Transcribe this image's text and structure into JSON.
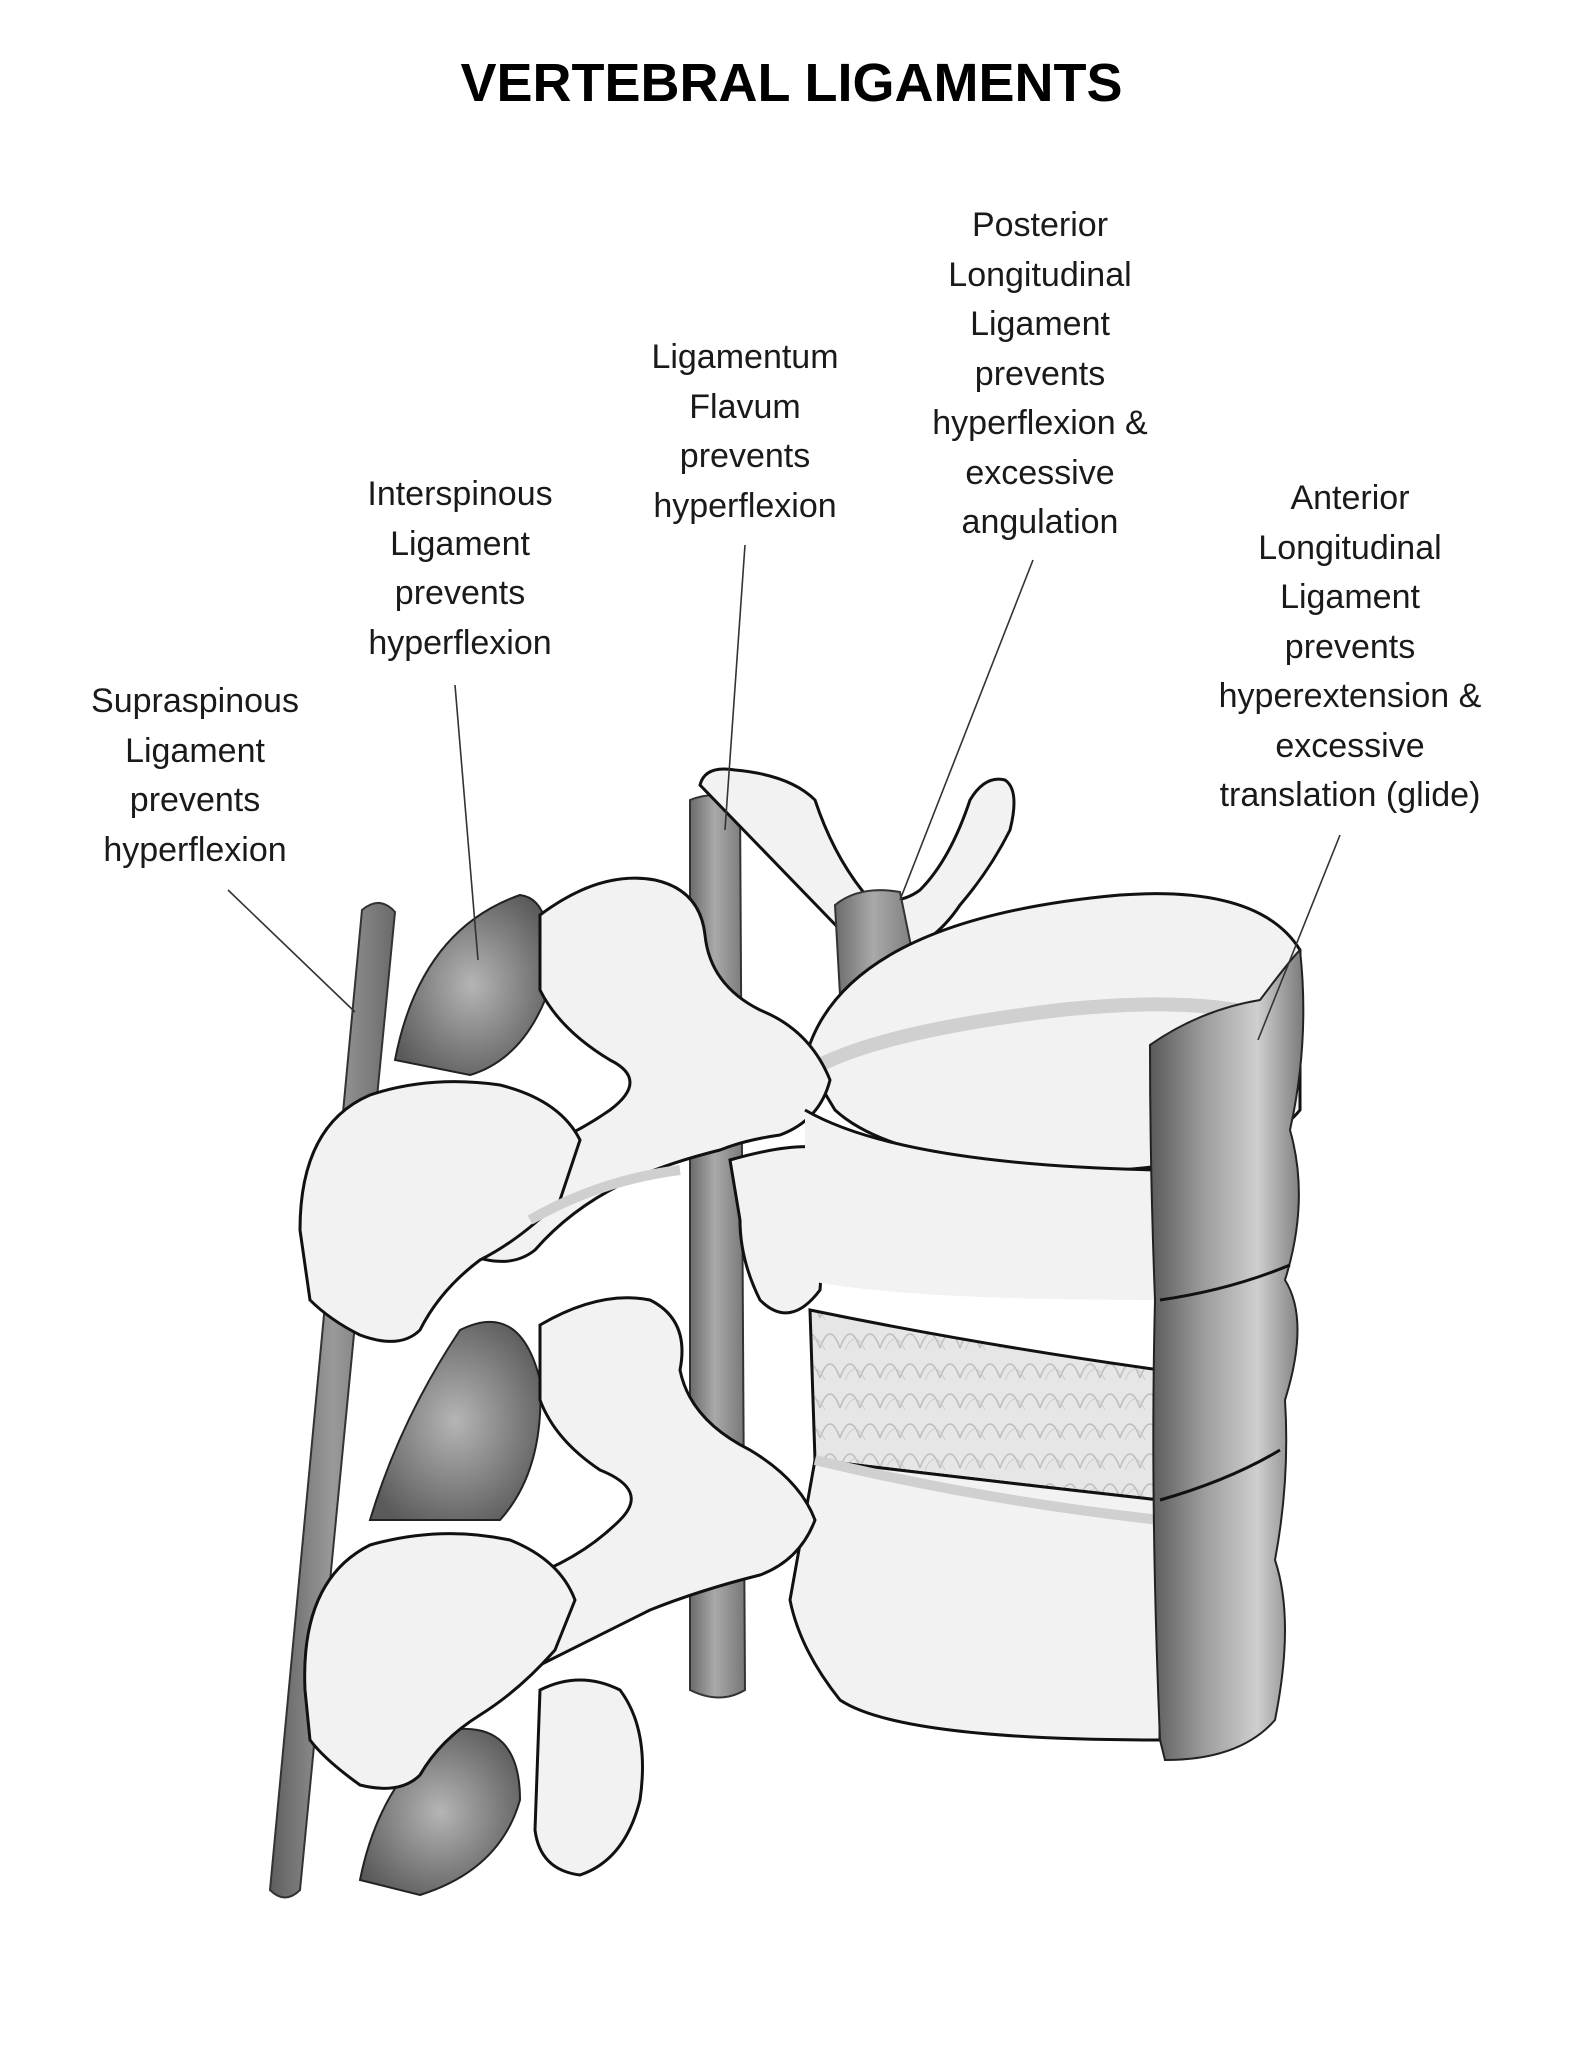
{
  "title": "VERTEBRAL LIGAMENTS",
  "labels": {
    "supraspinous": [
      "Supraspinous",
      "Ligament",
      "prevents",
      "hyperflexion"
    ],
    "interspinous": [
      "Interspinous",
      "Ligament",
      "prevents",
      "hyperflexion"
    ],
    "flavum": [
      "Ligamentum",
      "Flavum",
      "prevents",
      "hyperflexion"
    ],
    "posterior_longitudinal": [
      "Posterior",
      "Longitudinal",
      "Ligament",
      "prevents",
      "hyperflexion &",
      "excessive",
      "angulation"
    ],
    "anterior_longitudinal": [
      "Anterior",
      "Longitudinal",
      "Ligament",
      "prevents",
      "hyperextension &",
      "excessive",
      "translation (glide)"
    ]
  },
  "colors": {
    "bone_fill": "#f2f2f2",
    "bone_shadow": "#d6d6d6",
    "ligament_dark": "#7a7a7a",
    "ligament_mid": "#a8a8a8",
    "outline": "#111111",
    "text": "#1a1a1a"
  }
}
